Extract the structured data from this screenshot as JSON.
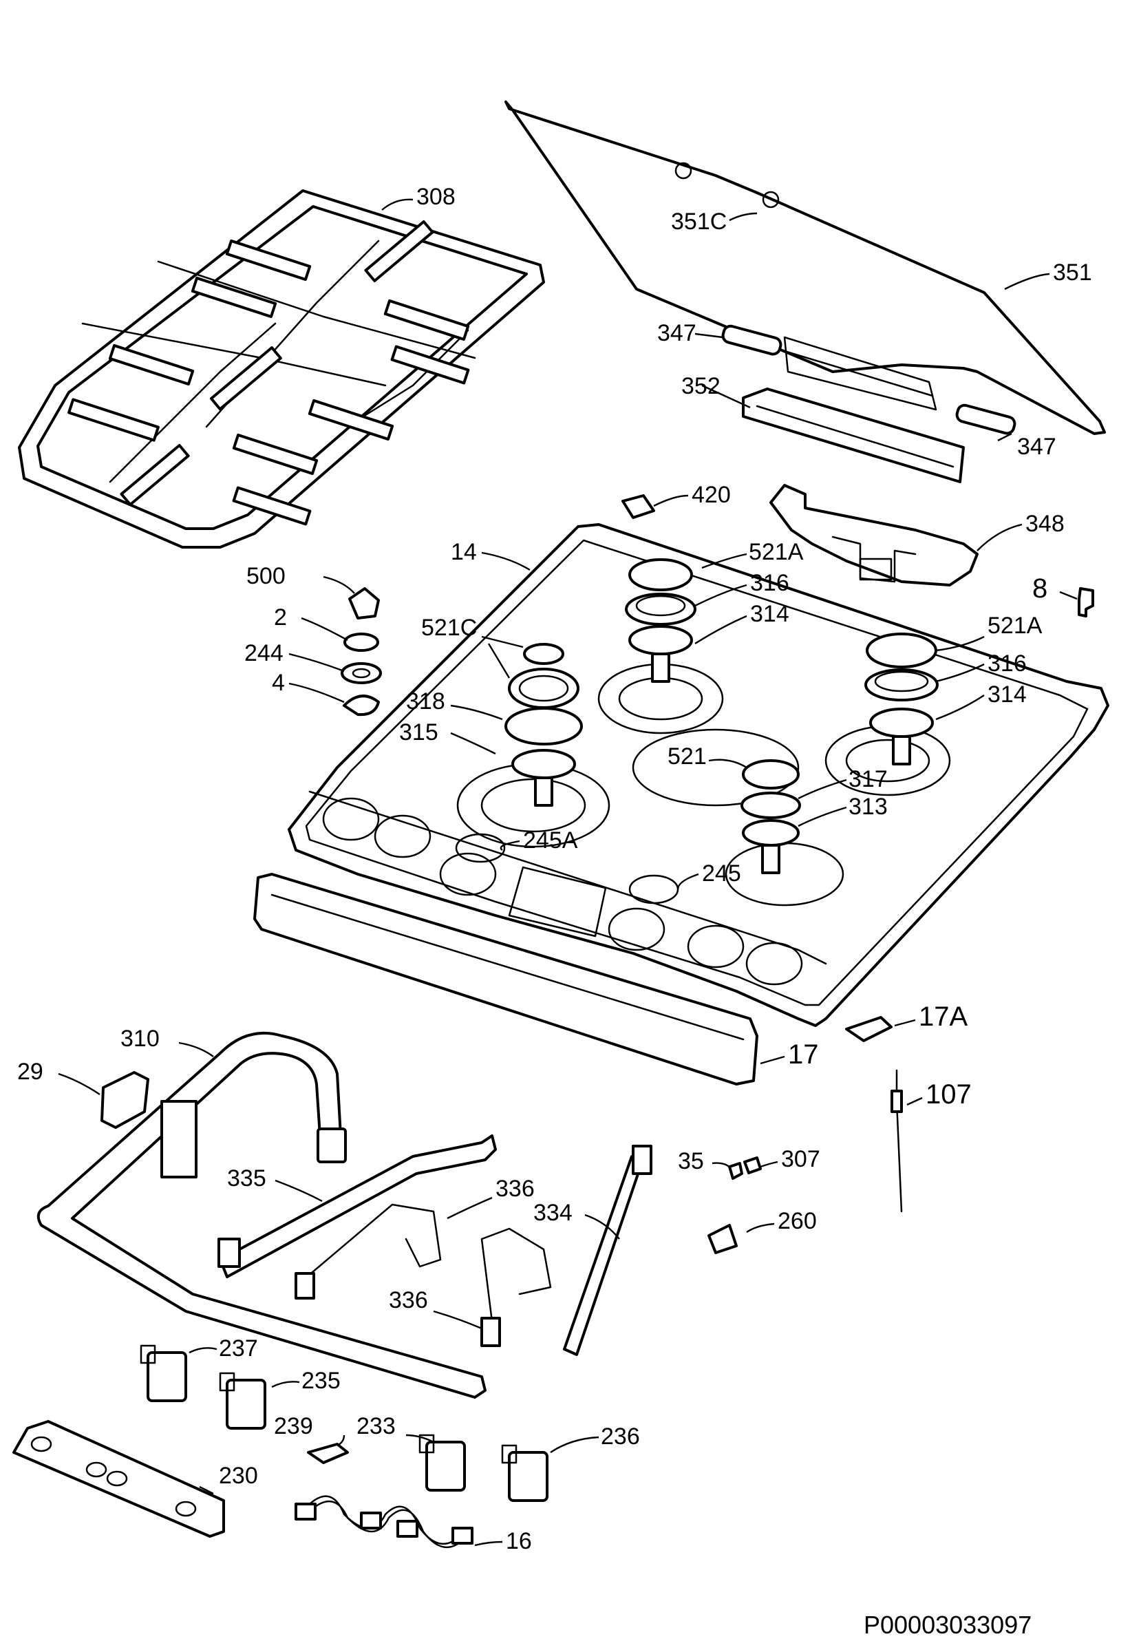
{
  "diagram": {
    "document_code": "P00003033097",
    "labels": {
      "p308": "308",
      "p351c": "351C",
      "p351": "351",
      "p347a": "347",
      "p347b": "347",
      "p352": "352",
      "p420": "420",
      "p348": "348",
      "p14": "14",
      "p521a_1": "521A",
      "p316_1": "316",
      "p314_1": "314",
      "p8": "8",
      "p500": "500",
      "p2": "2",
      "p244": "244",
      "p4": "4",
      "p521c": "521C",
      "p521a_2": "521A",
      "p316_2": "316",
      "p314_2": "314",
      "p318": "318",
      "p315": "315",
      "p521": "521",
      "p317": "317",
      "p313": "313",
      "p245a": "245A",
      "p245": "245",
      "p17a": "17A",
      "p17": "17",
      "p310": "310",
      "p29": "29",
      "p107": "107",
      "p335": "335",
      "p35": "35",
      "p307": "307",
      "p336a": "336",
      "p334": "334",
      "p260": "260",
      "p336b": "336",
      "p237": "237",
      "p235": "235",
      "p239": "239",
      "p233": "233",
      "p236": "236",
      "p230": "230",
      "p16": "16"
    }
  }
}
